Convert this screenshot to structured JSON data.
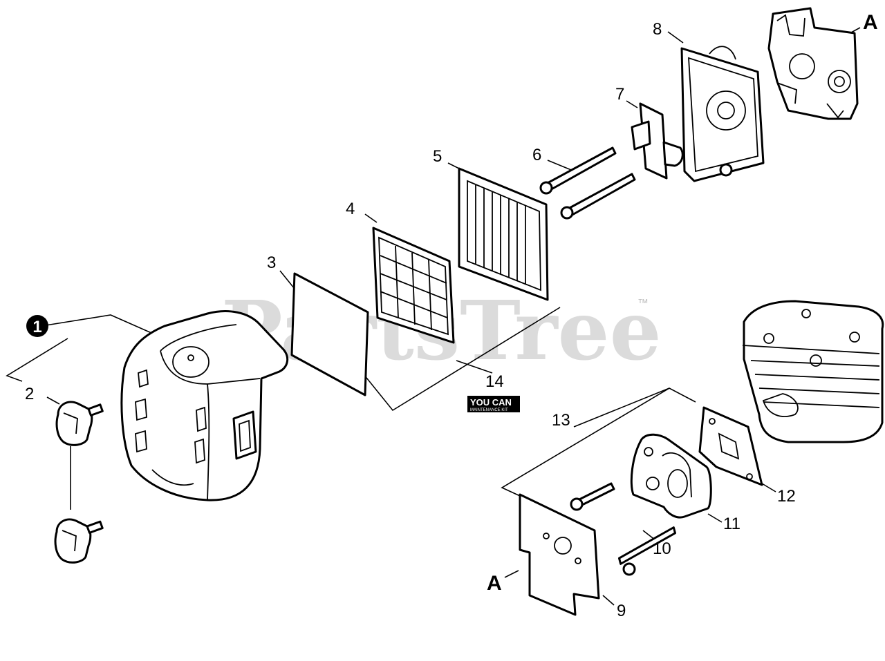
{
  "watermark": {
    "text": "PartsTree",
    "tm": "™"
  },
  "kit_badge": {
    "top": "YOU CAN",
    "bottom": "MAINTENANCE KIT"
  },
  "labels": {
    "p1": "1",
    "p2": "2",
    "p3": "3",
    "p4": "4",
    "p5": "5",
    "p6": "6",
    "p7": "7",
    "p8": "8",
    "p9": "9",
    "p10": "10",
    "p11": "11",
    "p12": "12",
    "p13": "13",
    "p14": "14",
    "ref_a_top": "A",
    "ref_a_bottom": "A"
  }
}
